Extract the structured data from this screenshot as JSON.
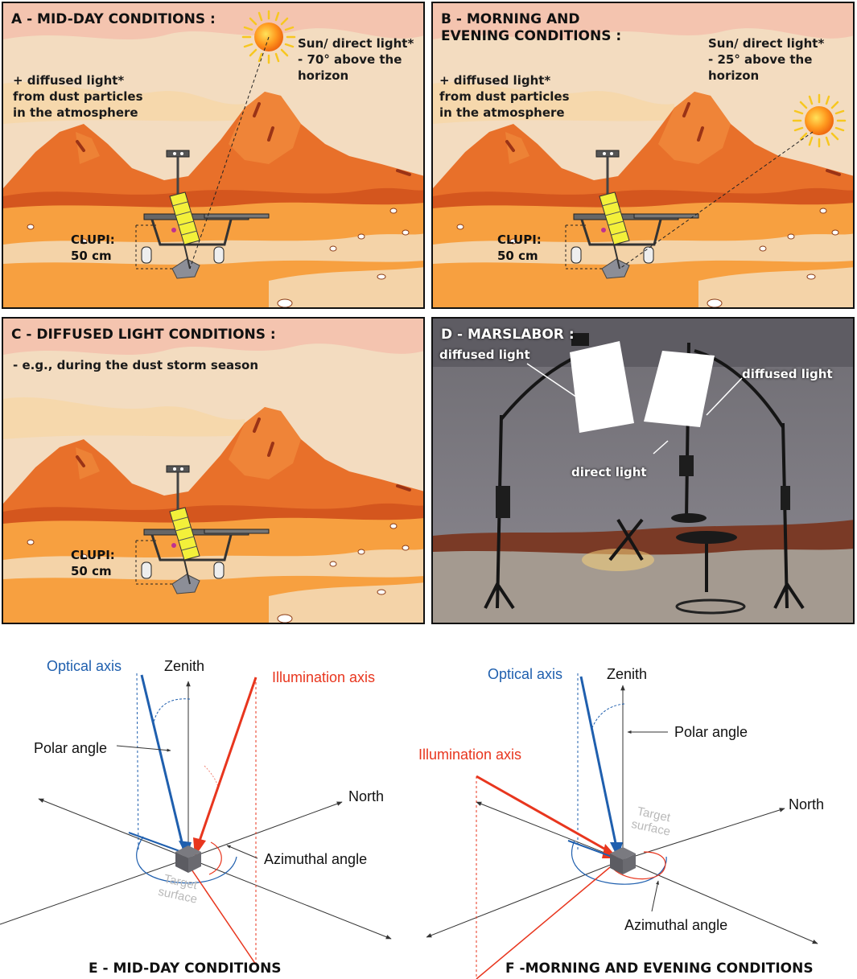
{
  "panels": {
    "a": {
      "title": "A - MID-DAY CONDITIONS :",
      "sun_label": "Sun/ direct light*\n- 70° above the\nhorizon",
      "diffuse_label": "+  diffused light*\n    from dust particles\n    in the atmosphere",
      "clupi": "CLUPI:\n50 cm"
    },
    "b": {
      "title": "B - MORNING AND\nEVENING CONDITIONS :",
      "sun_label": "Sun/ direct light*\n - 25° above the\nhorizon",
      "diffuse_label": "+  diffused light*\n    from dust particles\n    in the atmosphere",
      "clupi": "CLUPI:\n50 cm"
    },
    "c": {
      "title": "C - DIFFUSED LIGHT CONDITIONS :",
      "note": "-   e.g., during the dust storm season",
      "clupi": "CLUPI:\n50 cm"
    },
    "d": {
      "title": "D - MARSLABOR :",
      "diffused_left": "diffused light",
      "diffused_right": "diffused light",
      "direct": "direct light"
    }
  },
  "diagram_e": {
    "optical_axis": "Optical axis",
    "zenith": "Zenith",
    "illumination_axis": "Illumination axis",
    "polar_angle": "Polar angle",
    "north": "North",
    "azimuthal_angle": "Azimuthal angle",
    "target_surface": "Target\nsurface",
    "caption": "E - MID-DAY CONDITIONS"
  },
  "diagram_f": {
    "optical_axis": "Optical axis",
    "zenith": "Zenith",
    "illumination_axis": "Illumination axis",
    "polar_angle": "Polar angle",
    "north": "North",
    "azimuthal_angle": "Azimuthal angle",
    "target_surface": "Target\nsurface",
    "caption": "F -MORNING AND EVENING CONDITIONS"
  },
  "colors": {
    "optical": "#1f5fae",
    "illumination": "#e8361e",
    "sky": "#f3dcc0",
    "sand": "#f7a040"
  }
}
